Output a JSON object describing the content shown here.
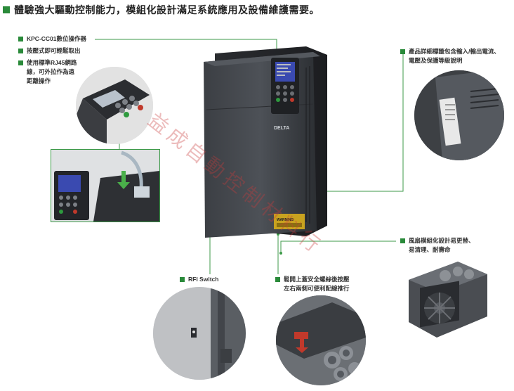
{
  "title": "體驗強大驅動控制能力，模組化設計滿足系統應用及設備維護需要。",
  "accent_color": "#2a8a3a",
  "watermark": "益成自動控制材料行",
  "notes": {
    "kpc": "KPC-CC01數位操作器",
    "push": "按壓式即可輕鬆取出",
    "rj45_line1": "使用標準RJ45網路",
    "rj45_line2": "線，可外拉作為遠",
    "rj45_line3": "距離操作",
    "label_line1": "產品詳細標籤包含輸入/輸出電流、",
    "label_line2": "電壓及保護等級說明",
    "fan_line1": "風扇模組化設計易更替、",
    "fan_line2": "易清理、耐壽命",
    "rfi": "RFI Switch",
    "screw_line1": "鬆開上蓋安全螺絲後按壓",
    "screw_line2": "左右兩側可便利配線推行"
  },
  "drive": {
    "brand": "DELTA",
    "warning_label": "WARNING"
  }
}
